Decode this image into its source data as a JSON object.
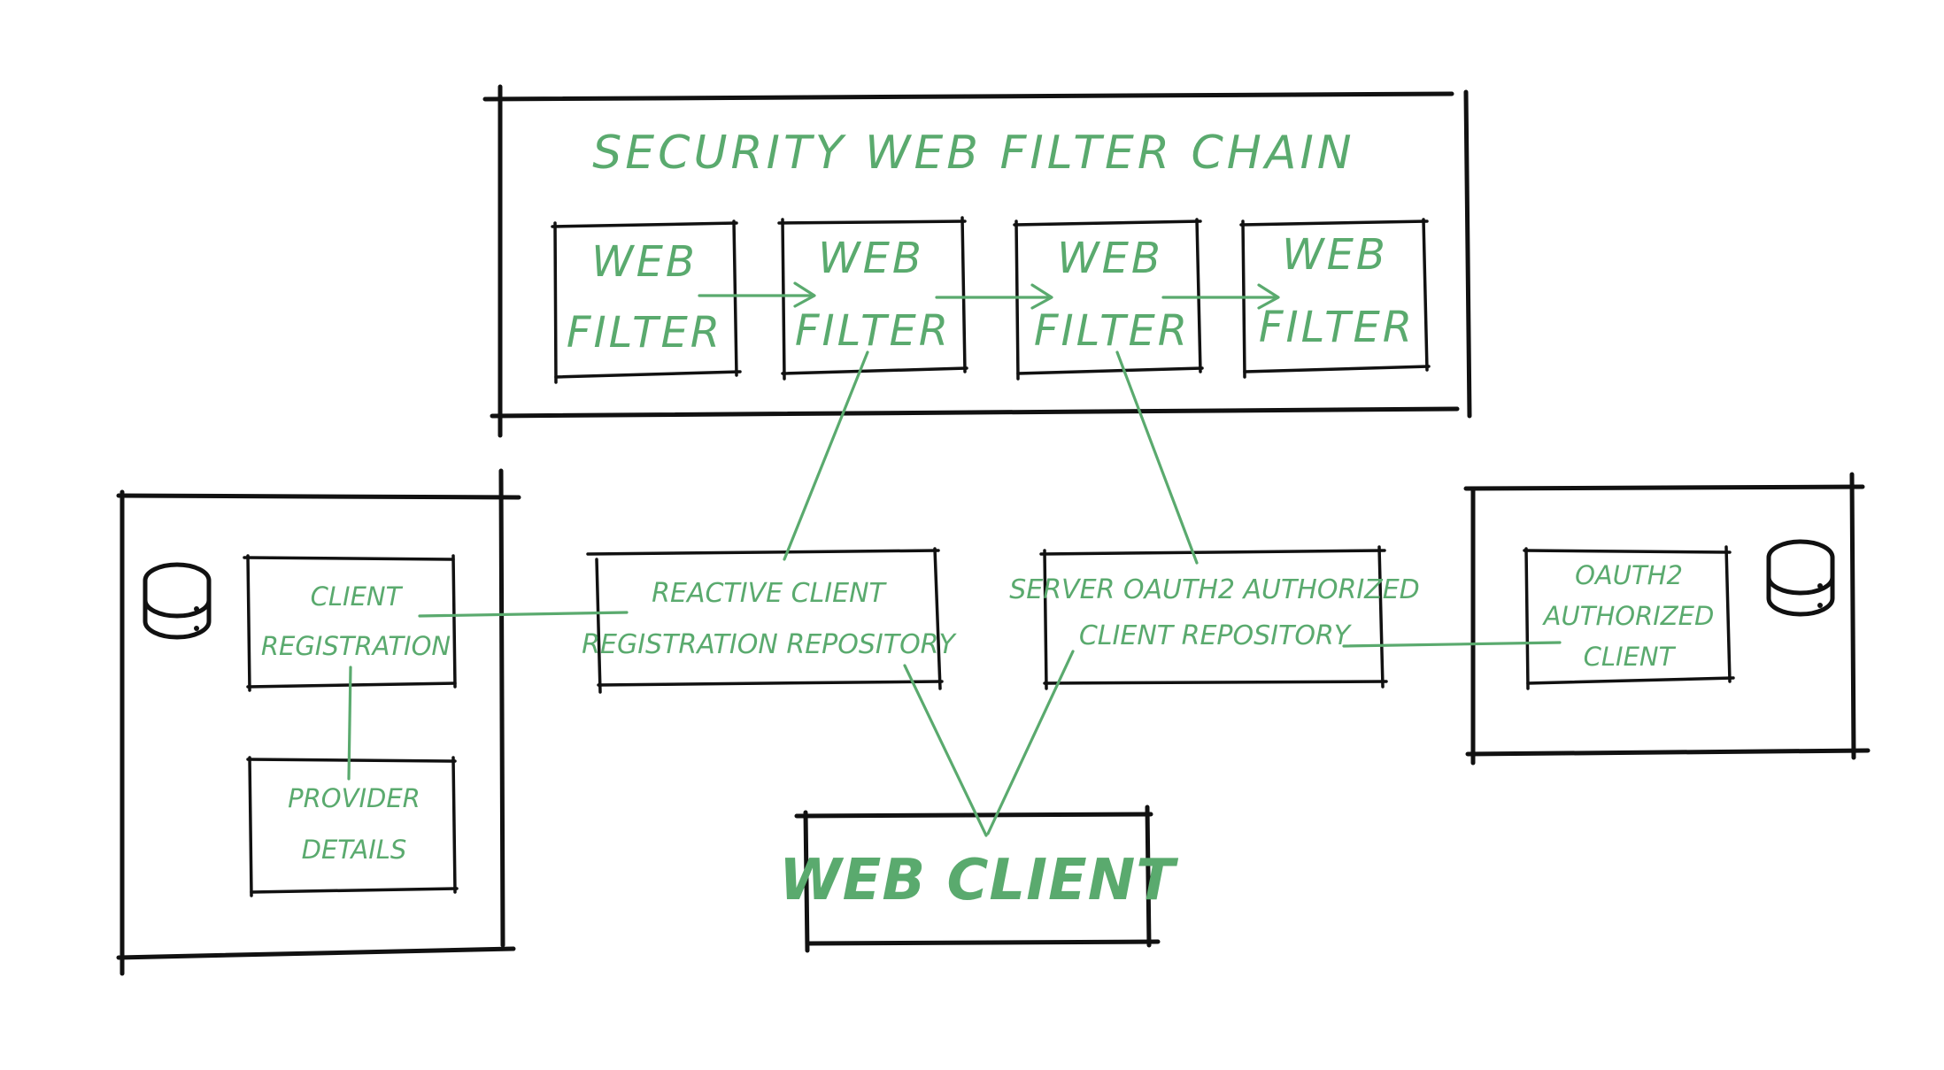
{
  "chain": {
    "title": "SECURITY WEB FILTER CHAIN",
    "filters": [
      {
        "line1": "WEB",
        "line2": "FILTER"
      },
      {
        "line1": "WEB",
        "line2": "FILTER"
      },
      {
        "line1": "WEB",
        "line2": "FILTER"
      },
      {
        "line1": "WEB",
        "line2": "FILTER"
      }
    ]
  },
  "left_store": {
    "icon": "database-icon",
    "client_registration": {
      "line1": "CLIENT",
      "line2": "REGISTRATION"
    },
    "provider_details": {
      "line1": "PROVIDER",
      "line2": "DETAILS"
    }
  },
  "reactive_repo": {
    "line1": "REACTIVE CLIENT",
    "line2": "REGISTRATION REPOSITORY"
  },
  "server_repo": {
    "line1": "SERVER OAUTH2 AUTHORIZED",
    "line2": "CLIENT REPOSITORY"
  },
  "right_store": {
    "icon": "database-icon",
    "authorized_client": {
      "line1": "OAUTH2",
      "line2": "AUTHORIZED",
      "line3": "CLIENT"
    }
  },
  "web_client": {
    "label": "WEB CLIENT"
  },
  "colors": {
    "accent": "#5aaa6e",
    "ink": "#111111",
    "background": "#ffffff"
  }
}
